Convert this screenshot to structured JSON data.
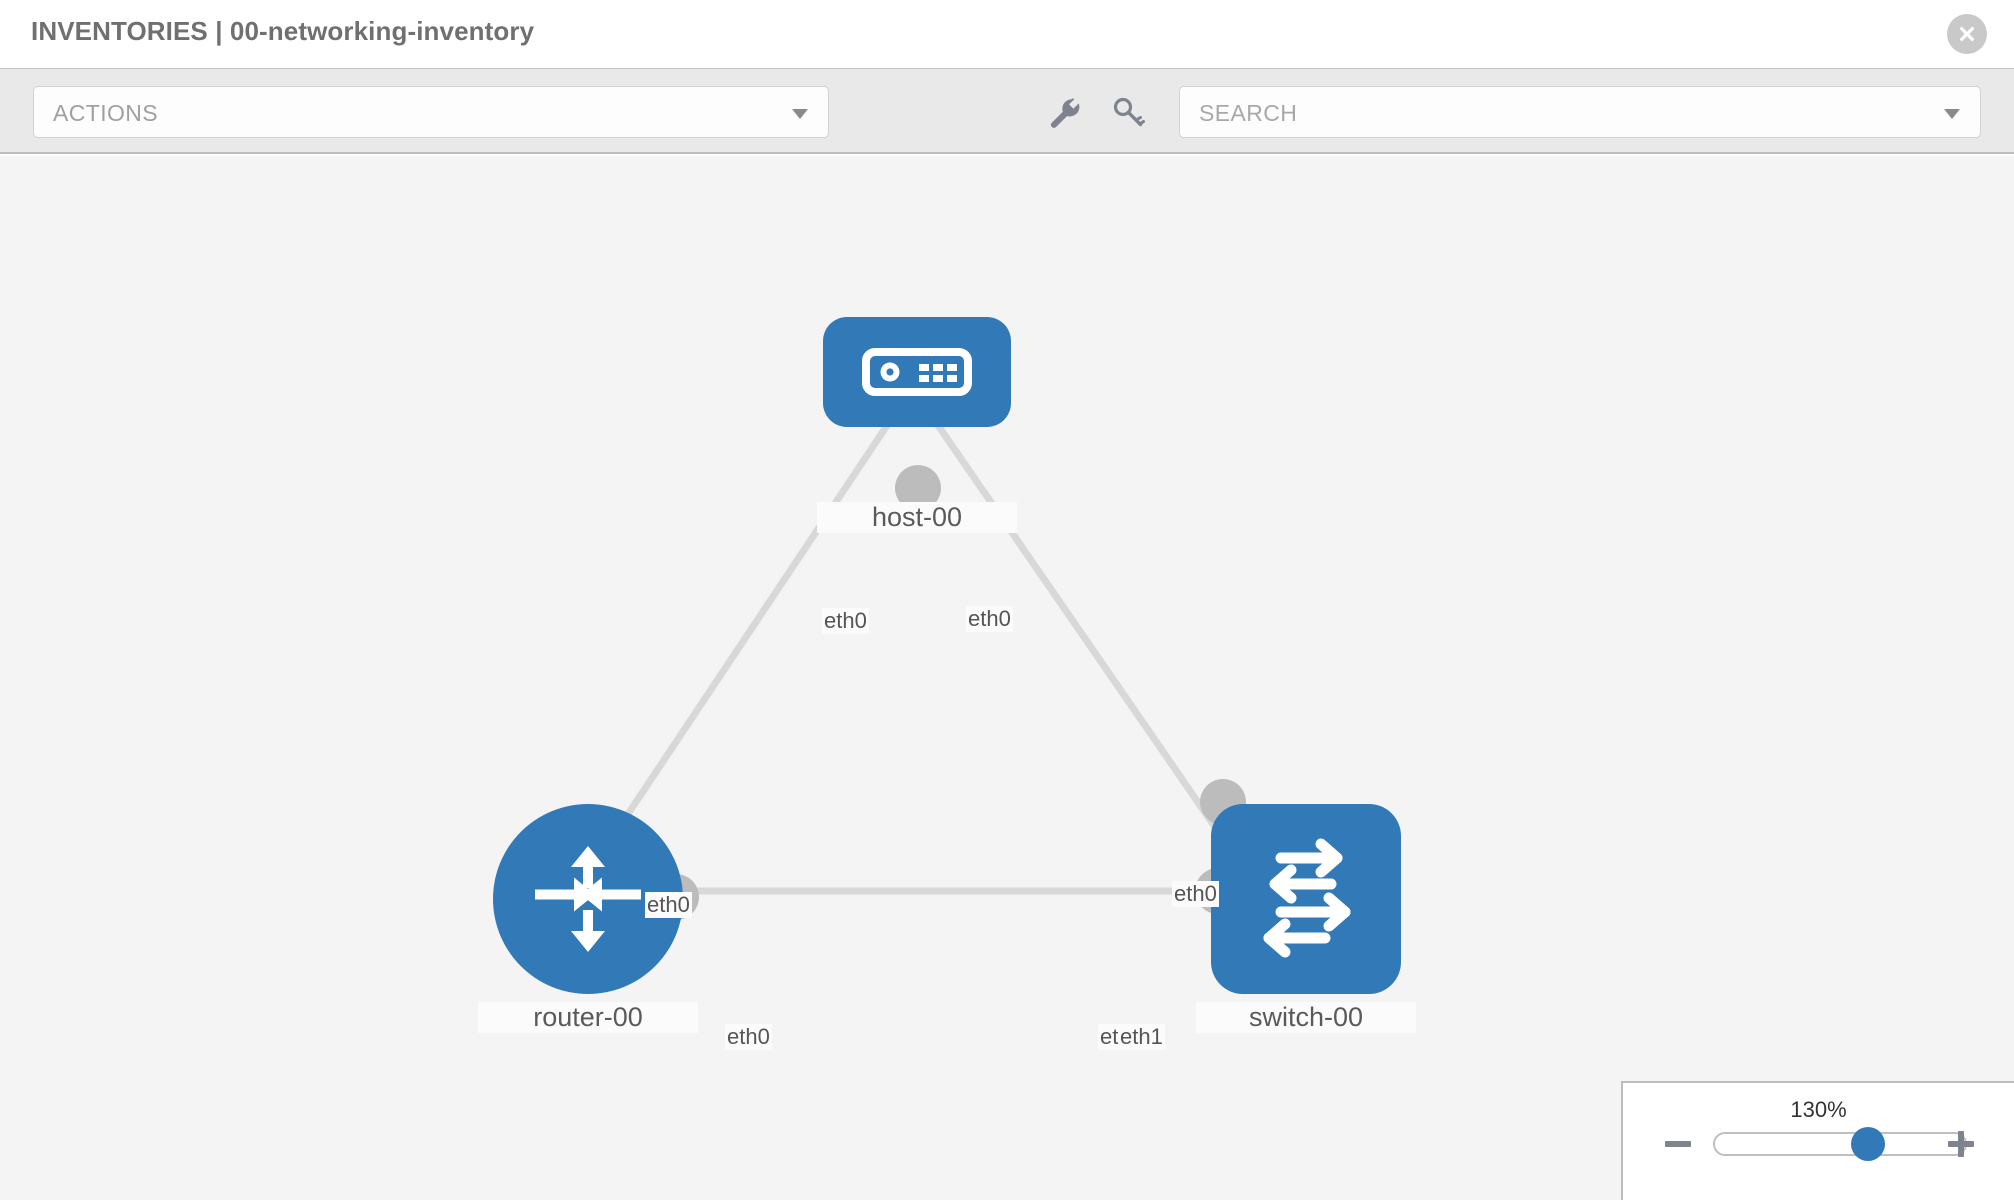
{
  "header": {
    "title": "INVENTORIES | 00-networking-inventory",
    "close_icon": "close-circle-icon"
  },
  "toolbar": {
    "actions_label": "ACTIONS",
    "actions_caret_icon": "chevron-down-icon",
    "wrench_icon": "wrench-icon",
    "key_icon": "key-icon",
    "search_placeholder": "SEARCH",
    "search_value": "",
    "search_caret_icon": "chevron-down-icon"
  },
  "topology": {
    "nodes": [
      {
        "id": "host-00",
        "label": "host-00",
        "type": "host",
        "icon": "server-icon",
        "shape": "rounded-rect",
        "color": "#3279b7"
      },
      {
        "id": "router-00",
        "label": "router-00",
        "type": "router",
        "icon": "router-arrows-icon",
        "shape": "circle",
        "color": "#3279b7"
      },
      {
        "id": "switch-00",
        "label": "switch-00",
        "type": "switch",
        "icon": "switch-arrows-icon",
        "shape": "rounded-rect",
        "color": "#3279b7"
      }
    ],
    "links": [
      {
        "from": "host-00",
        "to": "router-00",
        "from_iface": "eth0",
        "to_iface": "eth0"
      },
      {
        "from": "host-00",
        "to": "switch-00",
        "from_iface": "eth0",
        "to_iface": "eth0"
      },
      {
        "from": "router-00",
        "to": "switch-00",
        "from_iface": "eth0",
        "to_iface": "eth1"
      }
    ],
    "interface_labels": {
      "host_left": "eth0",
      "host_right": "eth0",
      "router_upper": "eth0",
      "switch_upper": "eth0",
      "router_right": "eth0",
      "switch_left_hidden": "eth0",
      "switch_left": "eth1"
    }
  },
  "zoom_control": {
    "percent_label": "130%",
    "percent_value": 130,
    "minus_icon": "minus-icon",
    "plus_icon": "plus-icon",
    "slider_position_pct": 57
  },
  "colors": {
    "node_blue": "#3279b7",
    "canvas_bg": "#f4f4f4",
    "toolbar_bg": "#e9e9e9",
    "link_gray": "#d8d8d8",
    "nub_gray": "#bcbcbc",
    "title_gray": "#707070"
  }
}
